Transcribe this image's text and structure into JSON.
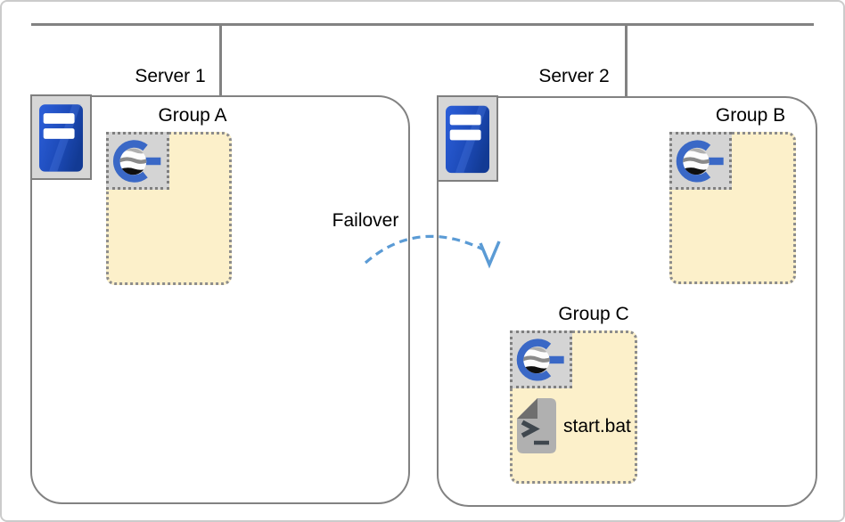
{
  "diagram": {
    "servers": [
      {
        "label": "Server 1",
        "groups": [
          {
            "label": "Group A"
          }
        ]
      },
      {
        "label": "Server 2",
        "groups": [
          {
            "label": "Group B"
          },
          {
            "label": "Group C",
            "files": [
              {
                "label": "start.bat"
              }
            ]
          }
        ]
      }
    ],
    "failover": {
      "label": "Failover"
    },
    "icons": {
      "server": "server-tower-icon",
      "group_app": "geoserver-logo-icon",
      "batch_file": "batch-script-icon"
    },
    "colors": {
      "connector_gray": "#828282",
      "group_fill": "#FCF0CA",
      "dotted_border": "#8C8C8C",
      "failover_arrow_blue": "#5B9BD5",
      "logo_blue": "#3A68C6",
      "server_icon_blue": "#1E4CBB",
      "canvas_border": "#CBCBCB"
    }
  }
}
